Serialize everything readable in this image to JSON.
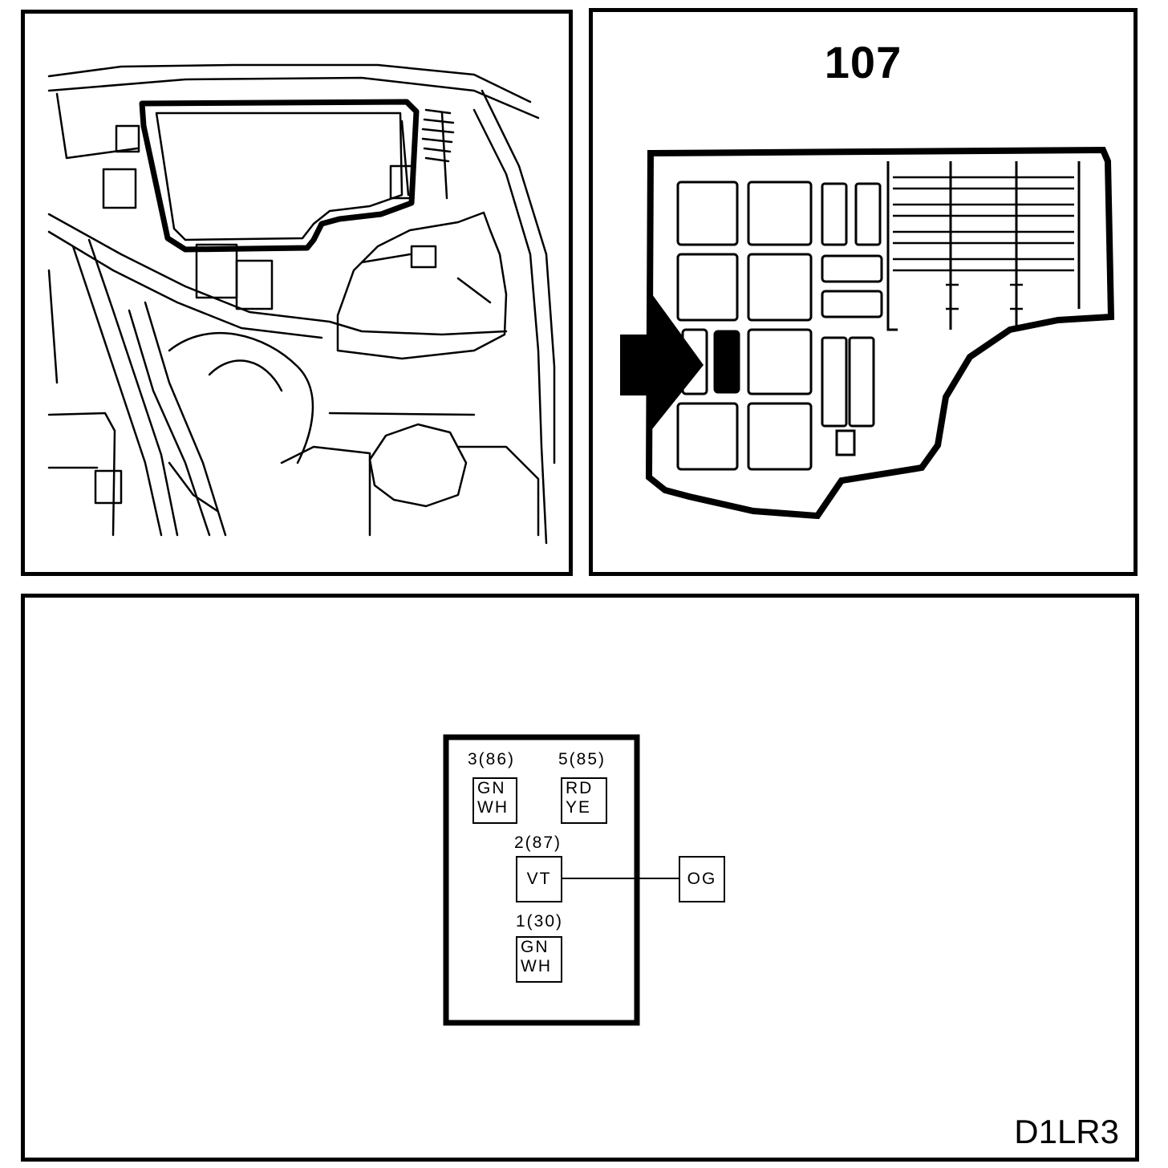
{
  "fusebox": {
    "box_number": "107"
  },
  "connector": {
    "pins": [
      {
        "label": "3(86)",
        "wires": [
          "GN",
          "WH"
        ]
      },
      {
        "label": "5(85)",
        "wires": [
          "RD",
          "YE"
        ]
      },
      {
        "label": "2(87)",
        "wires": [
          "VT"
        ]
      },
      {
        "label": "1(30)",
        "wires": [
          "GN",
          "WH"
        ]
      }
    ],
    "external_wire": "OG"
  },
  "diagram_code": "D1LR3"
}
